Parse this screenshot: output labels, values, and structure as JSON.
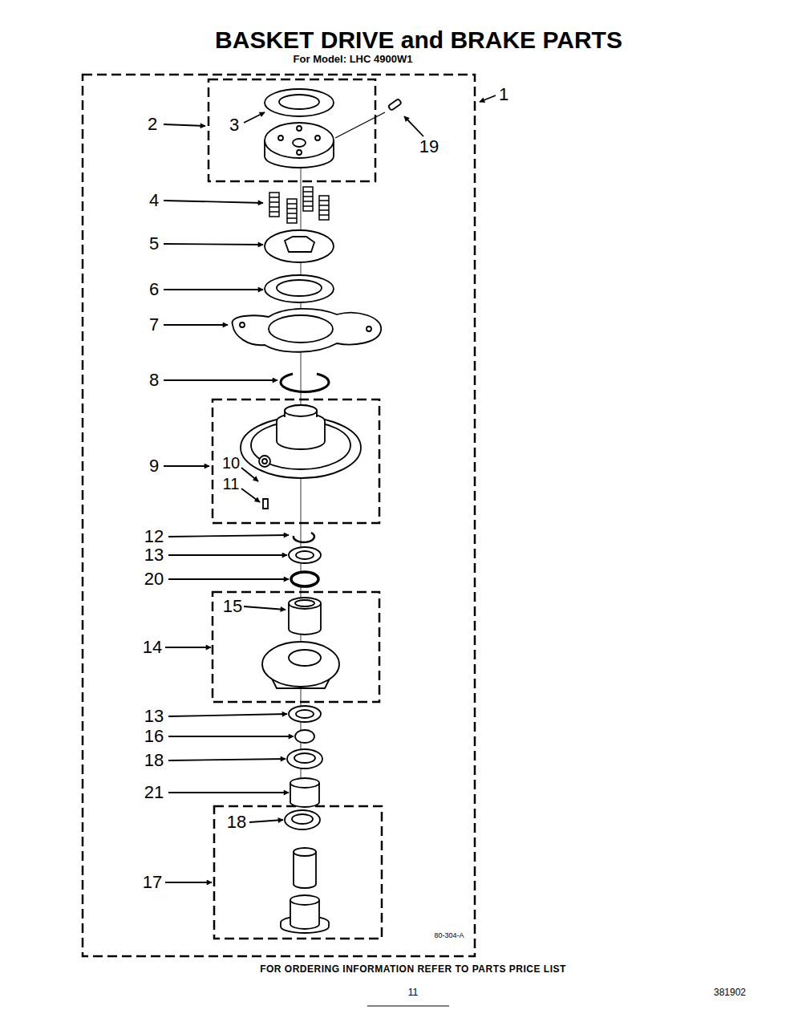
{
  "diagram": {
    "title": "BASKET DRIVE and BRAKE PARTS",
    "labels": [
      "For Model: LHC 4900W1",
      "1",
      "2",
      "3",
      "19",
      "4",
      "5",
      "6",
      "7",
      "8",
      "9",
      "10",
      "11",
      "12",
      "13",
      "20",
      "15",
      "14",
      "13",
      "16",
      "18",
      "21",
      "18",
      "17",
      "80-304-A",
      "FOR ORDERING INFORMATION REFER TO PARTS PRICE LIST",
      "11",
      "381902"
    ]
  }
}
